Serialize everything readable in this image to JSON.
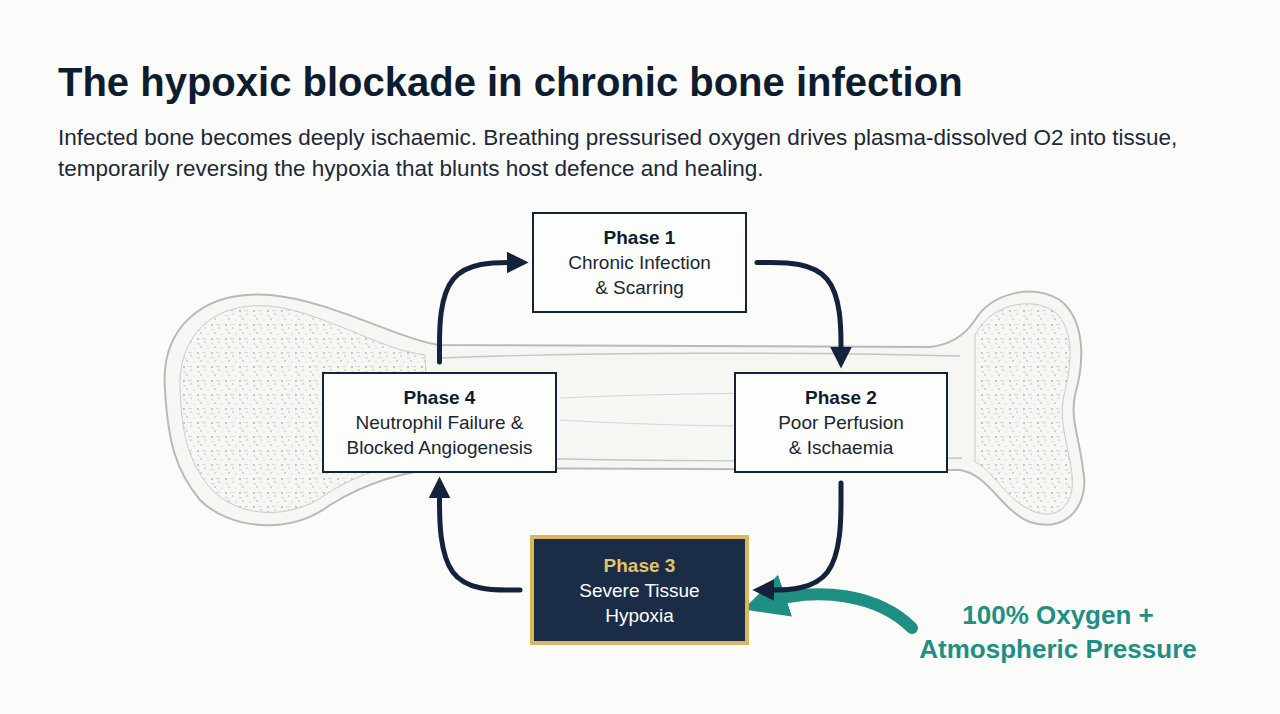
{
  "diagram": {
    "title": "The hypoxic blockade in chronic bone infection",
    "caption": "Infected bone becomes deeply ischaemic. Breathing pressurised oxygen drives plasma-dissolved O2 into tissue, temporarily reversing the hypoxia that blunts host defence and healing.",
    "nodes": [
      {
        "text": [
          "Phase 1",
          "Chronic Infection & Scarring"
        ]
      },
      {
        "text": [
          "Phase 2",
          "Poor Perfusion & Ischaemia"
        ]
      },
      {
        "text": [
          "Phase 3",
          "Severe Tissue Hypoxia"
        ]
      },
      {
        "text": [
          "Phase 4",
          "Neutrophil Failure & Blocked Angiogenesis"
        ]
      }
    ],
    "edges": [
      {
        "from": 0,
        "to": 1,
        "arrow": "to"
      },
      {
        "from": 1,
        "to": 2,
        "arrow": "to"
      },
      {
        "from": 2,
        "to": 3,
        "arrow": "to"
      },
      {
        "from": 3,
        "to": 0,
        "arrow": "to"
      }
    ],
    "labels": [
      "100% Oxygen + Atmospheric Pressure"
    ]
  }
}
